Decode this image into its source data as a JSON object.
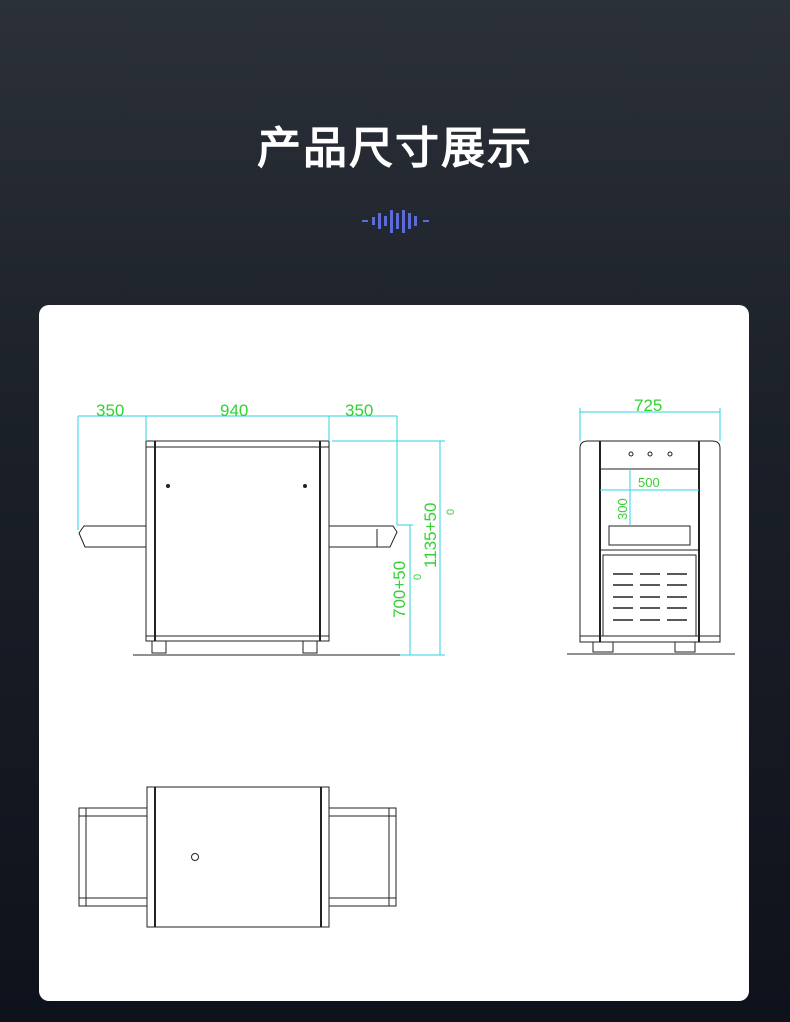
{
  "header": {
    "title": "产品尺寸展示"
  },
  "front_view": {
    "dim_left": "350",
    "dim_center": "940",
    "dim_right": "350",
    "dim_height": "1135+50",
    "dim_height_tol": "0",
    "dim_conveyor": "700+50",
    "dim_conveyor_tol": "0"
  },
  "side_view": {
    "dim_width": "725",
    "dim_tunnel_width": "500",
    "dim_tunnel_height": "300"
  },
  "colors": {
    "dimension_line": "#2fd0e0",
    "dimension_text": "#35d035",
    "accent": "#5b6bd8"
  }
}
